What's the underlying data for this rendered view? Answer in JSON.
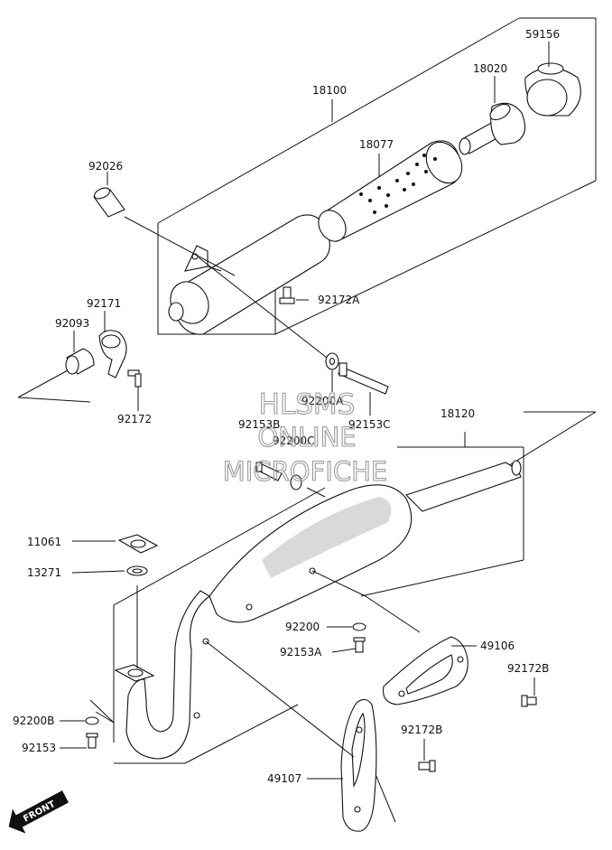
{
  "watermark": {
    "line1": "HLSMS",
    "line2": "ONLINE",
    "line3": "MICROFICHE"
  },
  "front_badge": "FRONT",
  "labels": {
    "p59156": "59156",
    "p18100": "18100",
    "p18020": "18020",
    "p18077": "18077",
    "p92026": "92026",
    "p92172A": "92172A",
    "p92171": "92171",
    "p92093": "92093",
    "p92172": "92172",
    "p92200A": "92200A",
    "p92153C": "92153C",
    "p92153B": "92153B",
    "p92200C": "92200C",
    "p18120": "18120",
    "p11061": "11061",
    "p13271": "13271",
    "p92200": "92200",
    "p92153A": "92153A",
    "p49106": "49106",
    "p92172B_1": "92172B",
    "p92200B": "92200B",
    "p92153": "92153",
    "p92172B_2": "92172B",
    "p49107": "49107"
  }
}
